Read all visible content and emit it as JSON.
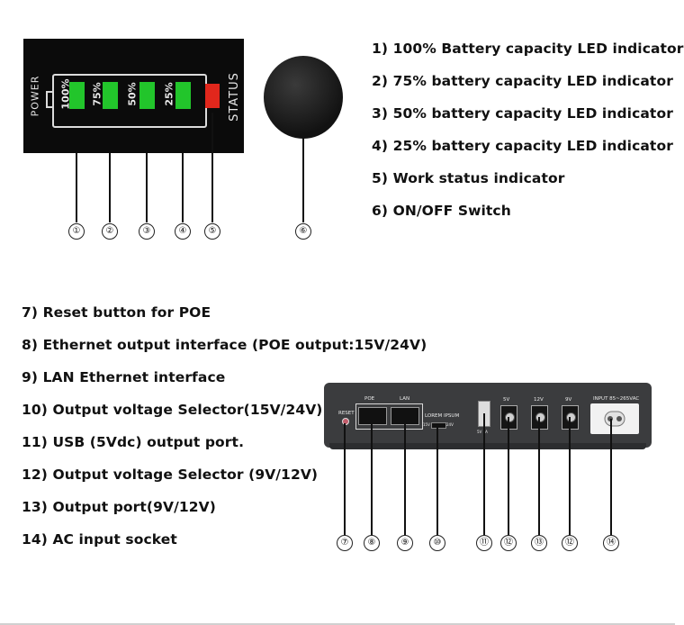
{
  "legend_top": [
    "1) 100% Battery capacity LED indicator",
    "2) 75% battery capacity LED indicator",
    "3) 50% battery capacity LED indicator",
    "4) 25% battery capacity LED indicator",
    "5) Work status indicator",
    "6) ON/OFF Switch"
  ],
  "legend_bottom": [
    "7) Reset button for POE",
    "8) Ethernet output interface (POE output:15V/24V)",
    "9) LAN Ethernet interface",
    "10) Output voltage Selector(15V/24V)",
    "11) USB (5Vdc) output port.",
    "12) Output voltage Selector (9V/12V)",
    "13) Output port(9V/12V)",
    "14) AC input socket"
  ],
  "led_panel": {
    "power_label": "POWER",
    "status_label": "STATUS",
    "levels": [
      "100%",
      "75%",
      "50%",
      "25%"
    ],
    "led_color": "#22c52b",
    "status_color": "#e1271c"
  },
  "callouts_top": [
    "①",
    "②",
    "③",
    "④",
    "⑤",
    "⑥"
  ],
  "callouts_bottom": [
    "⑦",
    "⑧",
    "⑨",
    "⑩",
    "⑪",
    "⑫",
    "⑬",
    "⑫",
    "⑭"
  ],
  "device": {
    "reset_label": "RESET",
    "poe_label": "POE",
    "lan_label": "LAN",
    "selector_label": "LOREM IPSUM",
    "selector_left": "15V",
    "selector_right": "24V",
    "usb_label": "5V 1A",
    "out_5v_label": "5V",
    "out_12v_label": "12V",
    "out_9v_label": "9V",
    "ac_label": "INPUT 85~265VAC",
    "body_color": "#3b3c3e"
  }
}
